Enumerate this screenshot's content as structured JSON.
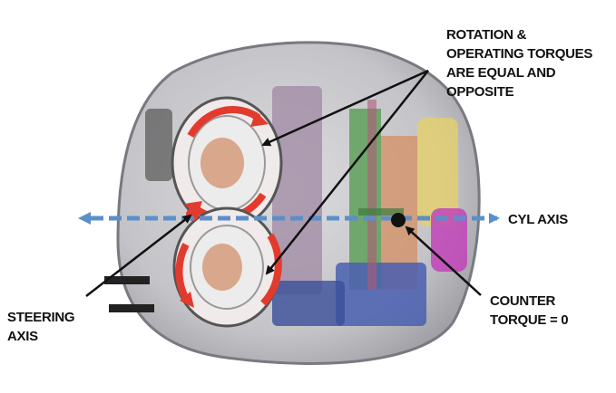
{
  "labels": {
    "rotation": [
      "ROTATION &",
      "OPERATING TORQUES",
      "ARE EQUAL AND",
      "OPPOSITE"
    ],
    "cyl_axis": "CYL AXIS",
    "steering": [
      "STEERING",
      "AXIS"
    ],
    "counter": [
      "COUNTER",
      "TORQUE = 0"
    ]
  },
  "colors": {
    "body": "#c9c9cc",
    "outline": "#777a80",
    "axis_line": "#5b8fc9",
    "rotation_arrow": "#e23b2e",
    "label_text": "#111111"
  }
}
